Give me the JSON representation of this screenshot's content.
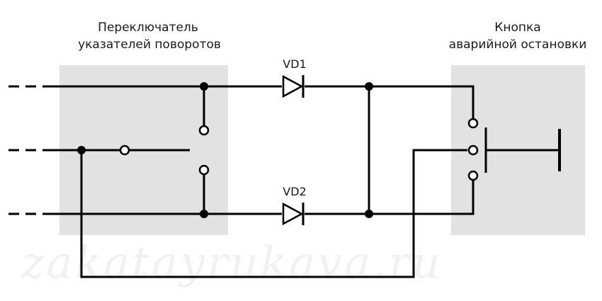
{
  "labels": {
    "switch_title_line1": "Переключатель",
    "switch_title_line2": "указателей поворотов",
    "button_title_line1": "Кнопка",
    "button_title_line2": "аварийной остановки",
    "diode_top": "VD1",
    "diode_bottom": "VD2"
  },
  "watermark": "zakatayrukava.ru",
  "colors": {
    "box_fill": "#e2e2e2",
    "wire": "#000000"
  }
}
